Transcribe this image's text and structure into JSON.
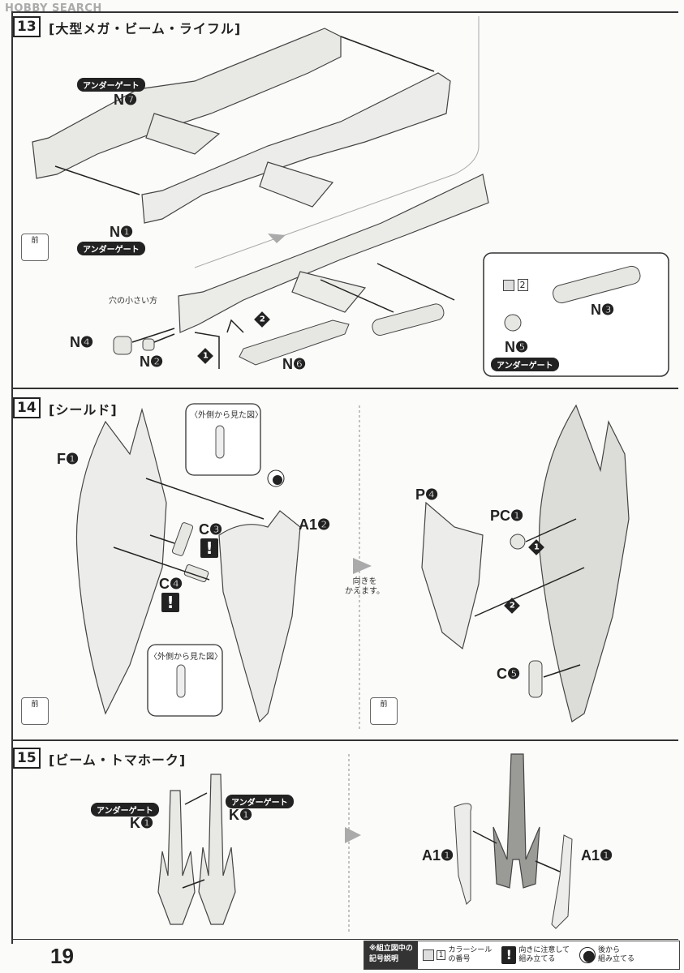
{
  "watermark": "HOBBY SEARCH",
  "steps": {
    "s13": {
      "number": "13",
      "title": "[大型メガ・ビーム・ライフル]",
      "under_gate_1": "アンダーゲート",
      "label_n7": "N❼",
      "label_n1": "N❶",
      "under_gate_2": "アンダーゲート",
      "note_small_hole": "穴の小さい方",
      "label_n4": "N❹",
      "label_n2": "N❷",
      "label_n6": "N❻",
      "label_n3": "N❸",
      "label_n5": "N❺",
      "under_gate_3": "アンダーゲート",
      "sticker_num": "2",
      "front_label": "前",
      "badge_1": "1",
      "badge_2": "2"
    },
    "s14": {
      "number": "14",
      "title": "[シールド]",
      "label_f1": "F❶",
      "label_a12": "A1❷",
      "label_c3": "C❸",
      "label_c4": "C❹",
      "callout_top": "〈外側から見た図〉",
      "callout_bottom": "〈外側から見た図〉",
      "rotate_note_1": "向きを",
      "rotate_note_2": "かえます。",
      "label_p4": "P❹",
      "label_pc1": "PC❶",
      "label_c5": "C❺",
      "front_label_1": "前",
      "front_label_2": "前",
      "badge_1": "1",
      "badge_2": "2",
      "caution": "!"
    },
    "s15": {
      "number": "15",
      "title": "[ビーム・トマホーク]",
      "under_gate_left": "アンダーゲート",
      "label_k1_left": "K❶",
      "under_gate_right": "アンダーゲート",
      "label_k1_right": "K❶",
      "label_a11_left": "A1❶",
      "label_a11_right": "A1❶"
    }
  },
  "footer": {
    "page_number": "19",
    "legend_title_1": "※組立図中の",
    "legend_title_2": "記号説明",
    "legend_sticker_num": "1",
    "legend_sticker_1": "カラーシール",
    "legend_sticker_2": "の番号",
    "legend_caution_1": "向きに注意して",
    "legend_caution_2": "組み立てる",
    "legend_back_1": "後から",
    "legend_back_2": "組み立てる",
    "caution": "!"
  }
}
